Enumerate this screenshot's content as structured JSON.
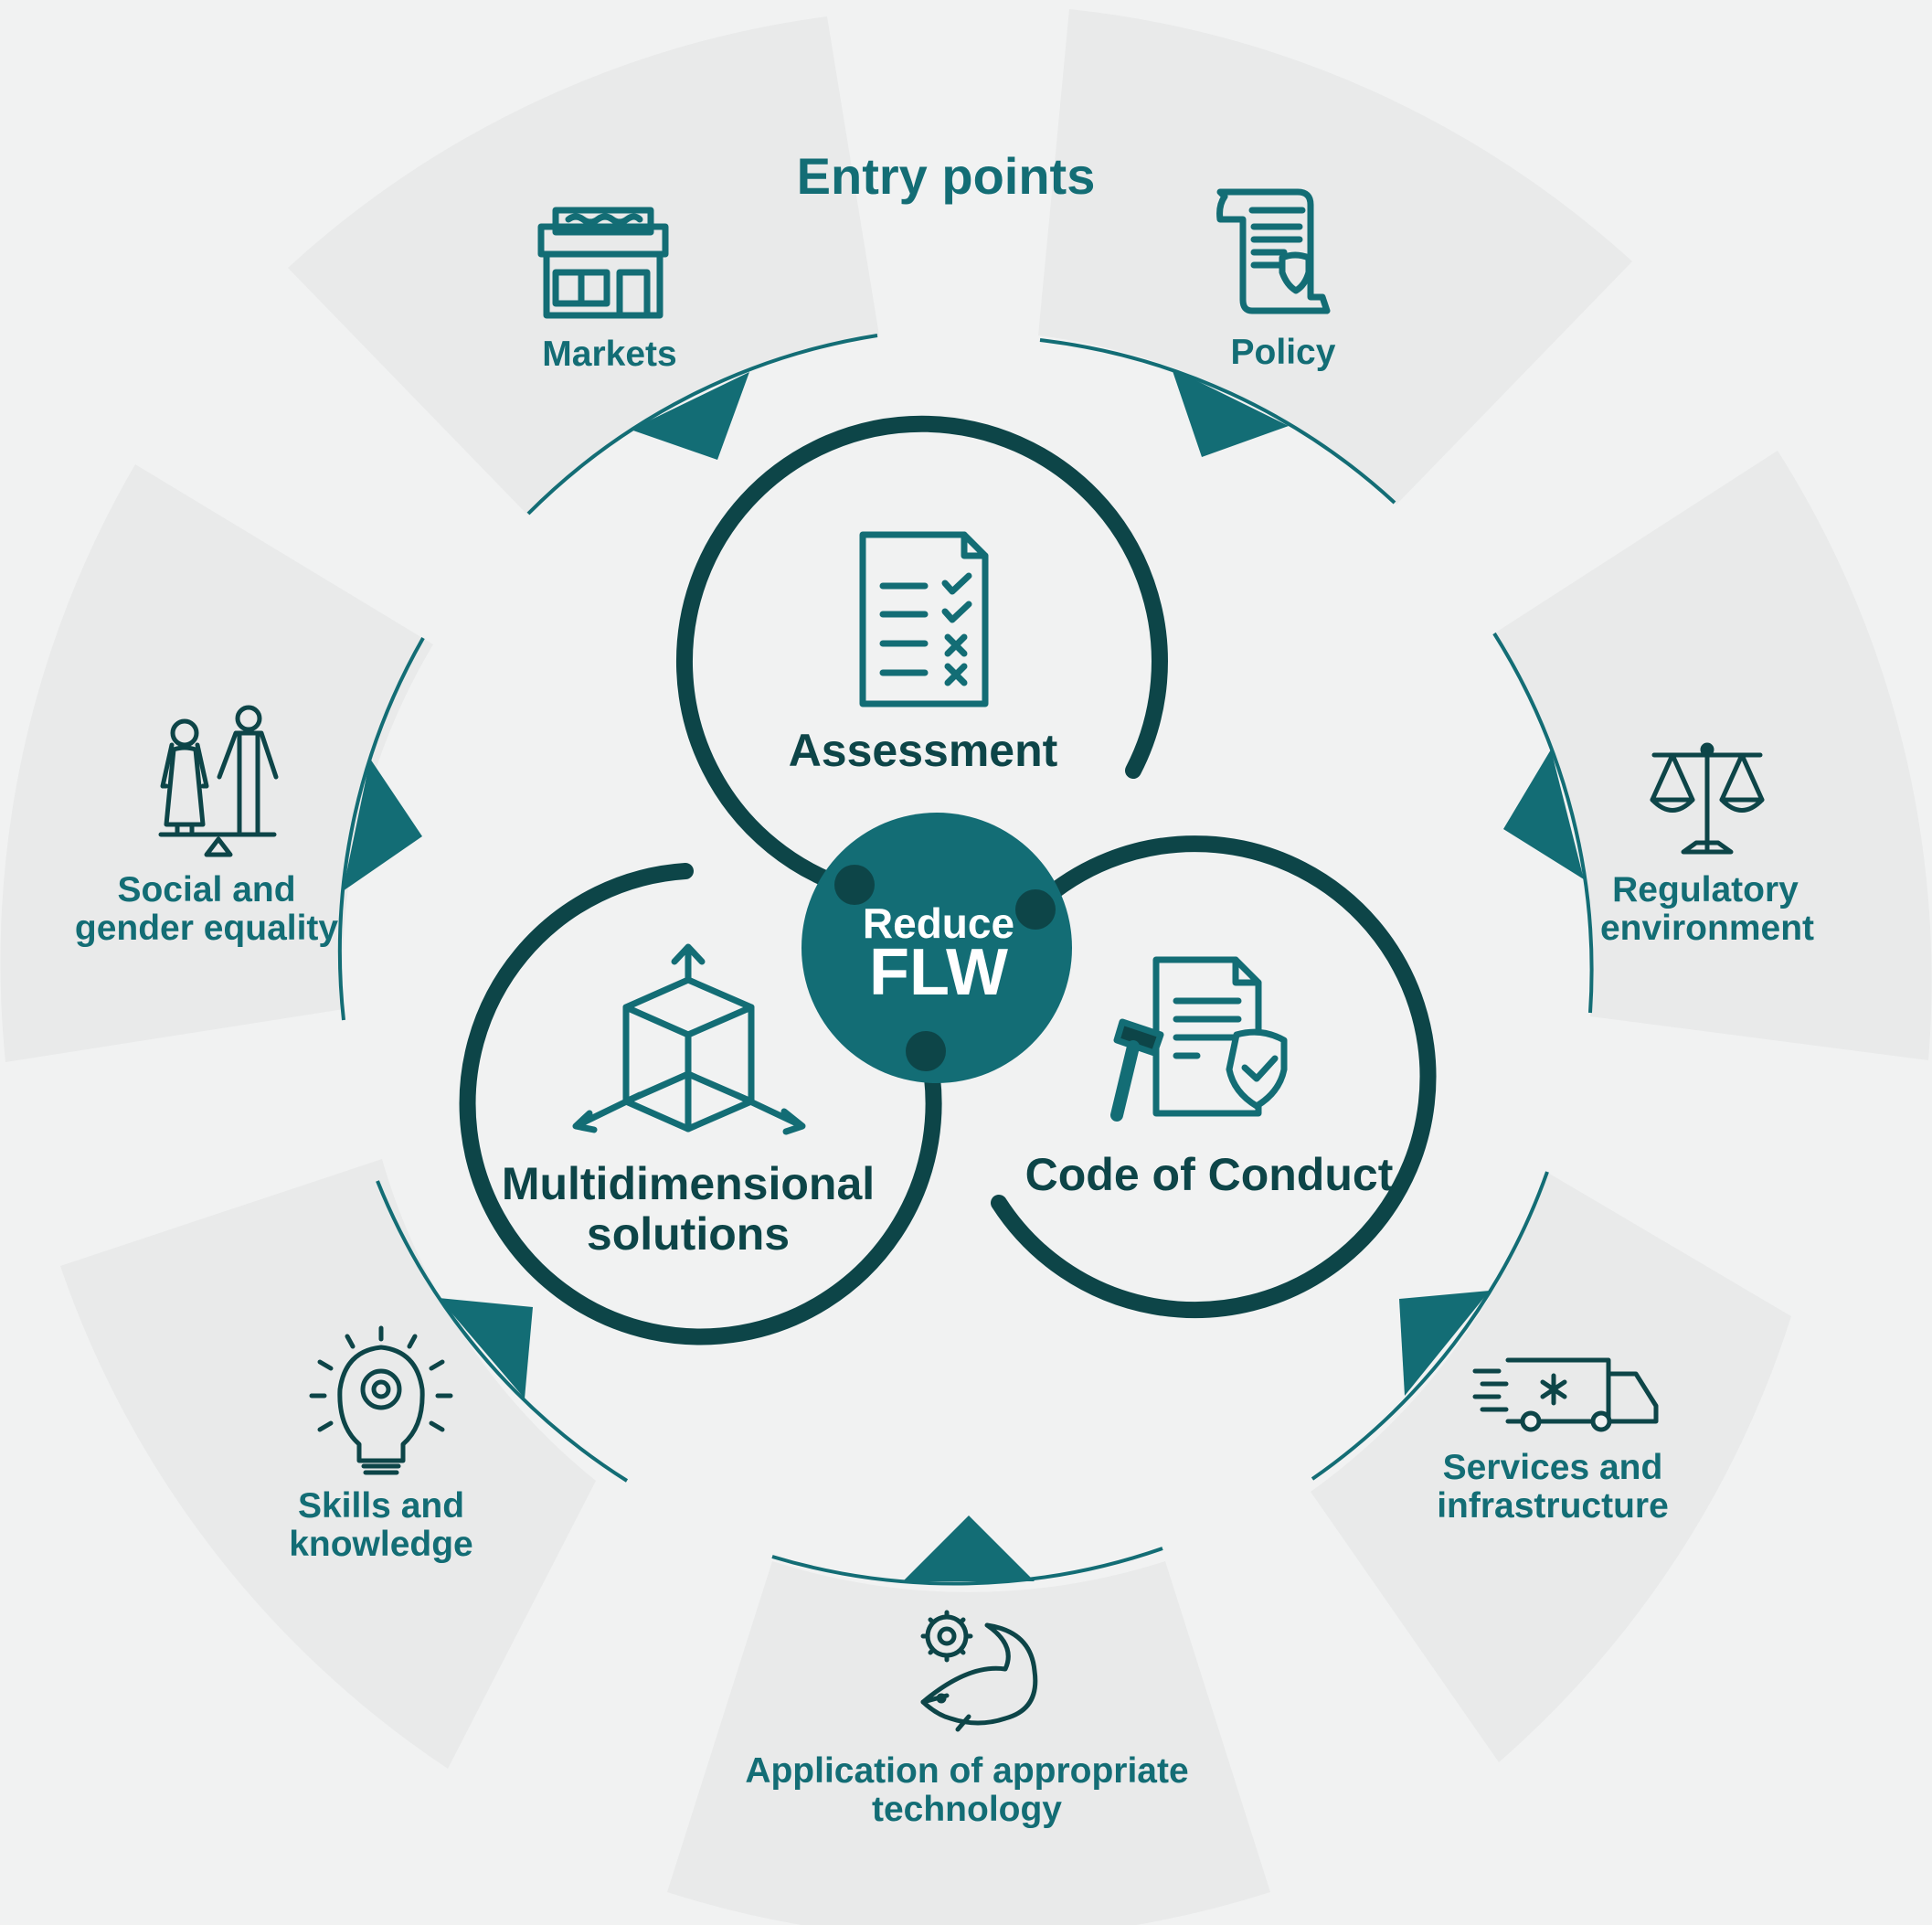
{
  "title": "Entry points",
  "center": {
    "line1": "Reduce",
    "line2": "FLW"
  },
  "inner_loops": {
    "assessment": "Assessment",
    "multidimensional": [
      "Multidimensional",
      "solutions"
    ],
    "code_of_conduct": "Code of Conduct"
  },
  "entry_points": {
    "markets": [
      "Markets"
    ],
    "policy": [
      "Policy"
    ],
    "regulatory": [
      "Regulatory",
      "environment"
    ],
    "services": [
      "Services and",
      "infrastructure"
    ],
    "technology": [
      "Application of appropriate",
      "technology"
    ],
    "skills": [
      "Skills and",
      "knowledge"
    ],
    "social": [
      "Social and",
      "gender equality"
    ]
  },
  "icons": {
    "markets": "storefront-icon",
    "policy": "policy-scroll-icon",
    "regulatory": "scales-of-justice-icon",
    "services": "refrigerated-truck-icon",
    "technology": "gear-and-fish-icon",
    "skills": "lightbulb-gear-icon",
    "social": "woman-man-balance-icon",
    "assessment": "checklist-document-icon",
    "multidimensional": "cube-axes-icon",
    "code_of_conduct": "gavel-document-shield-icon"
  },
  "colors": {
    "teal": "#136d75",
    "dark_teal": "#0d4548",
    "background": "#f1f2f2",
    "wedge": "#e9eaea"
  }
}
